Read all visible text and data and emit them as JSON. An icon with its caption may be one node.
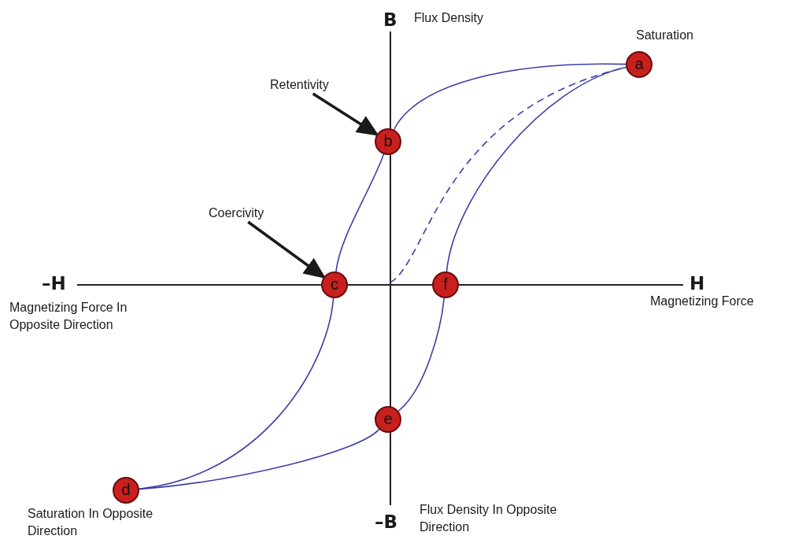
{
  "diagram": {
    "nodes": [
      {
        "text": [
          "Retentivity"
        ]
      },
      {
        "text": [
          "Coercivity"
        ]
      },
      {
        "text": [
          "a"
        ],
        "beside": [
          "Saturation"
        ]
      },
      {
        "text": [
          "b"
        ]
      },
      {
        "text": [
          "c"
        ]
      },
      {
        "text": [
          "d"
        ],
        "beside": [
          "Saturation In Opposite Direction"
        ]
      },
      {
        "text": [
          "e"
        ]
      },
      {
        "text": [
          "f"
        ]
      }
    ],
    "edges": [
      {
        "from": 0,
        "to": 3,
        "arrow": "to",
        "style": "thick",
        "color": "#1a1a1a"
      },
      {
        "from": 1,
        "to": 4,
        "arrow": "to",
        "style": "thick",
        "color": "#1a1a1a"
      },
      {
        "from": 2,
        "to": 3,
        "arrow": "none"
      },
      {
        "from": 3,
        "to": 4,
        "arrow": "none"
      },
      {
        "from": 4,
        "to": 5,
        "arrow": "none"
      },
      {
        "from": 5,
        "to": 6,
        "arrow": "none"
      },
      {
        "from": 6,
        "to": 7,
        "arrow": "none"
      },
      {
        "from": 7,
        "to": 2,
        "arrow": "none"
      },
      {
        "from": null,
        "to": 2,
        "arrow": "none",
        "style": "dashed"
      }
    ],
    "labels": [
      "B",
      "Flux Density",
      "–H",
      "H",
      "Magnetizing Force In Opposite Direction",
      "Magnetizing Force",
      "–B",
      "Flux Density In Opposite Direction"
    ]
  }
}
